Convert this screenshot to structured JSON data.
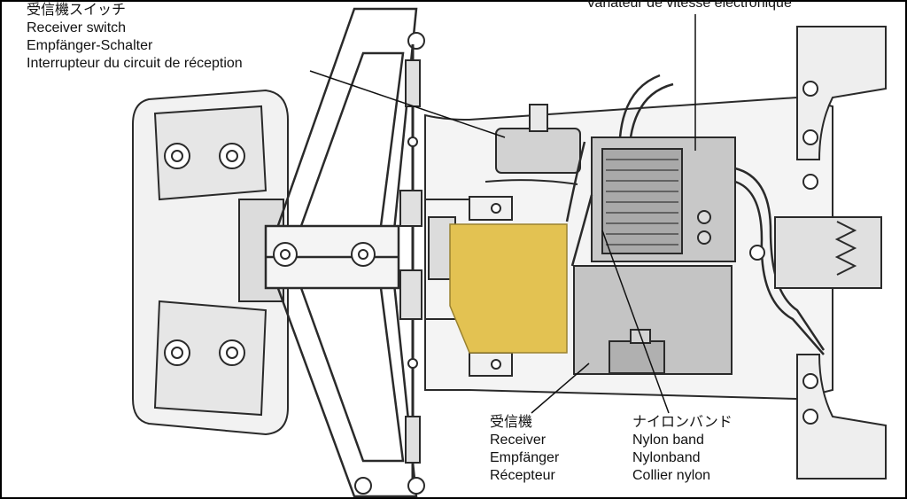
{
  "labels": {
    "receiver_switch": [
      "受信機スイッチ",
      "Receiver switch",
      "Empfänger-Schalter",
      "Interrupteur du circuit de réception"
    ],
    "speed_controller": "Variateur de vitesse électronique",
    "receiver": [
      "受信機",
      "Receiver",
      "Empfänger",
      "Récepteur"
    ],
    "nylon_band": [
      "ナイロンバンド",
      "Nylon band",
      "Nylonband",
      "Collier nylon"
    ]
  },
  "colors": {
    "line": "#2a2a2a",
    "fill_light": "#e6e6e6",
    "fill_mid": "#c8c8c8",
    "receiver_highlight": "#e3c252",
    "frame": "#000000"
  }
}
